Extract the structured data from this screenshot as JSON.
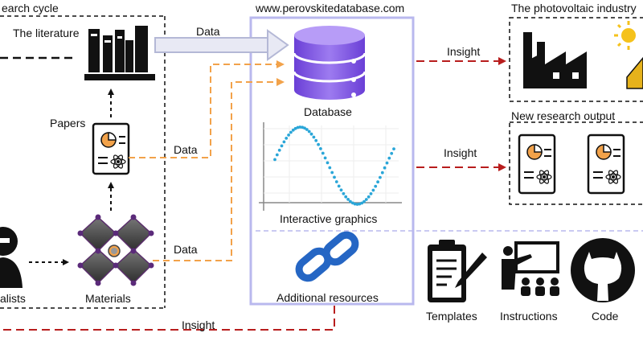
{
  "research_cycle": {
    "title": "earch cycle",
    "literature": "The literature",
    "papers": "Papers",
    "materials": "Materials",
    "specialists": "alists"
  },
  "platform": {
    "url": "www.perovskitedatabase.com",
    "database": "Database",
    "graphics": "Interactive graphics",
    "resources": "Additional resources"
  },
  "outputs": {
    "industry": "The photovoltaic industry",
    "new_research": "New research output",
    "templates": "Templates",
    "instructions": "Instructions",
    "code": "Code"
  },
  "flows": {
    "data_literature": "Data",
    "data_papers": "Data",
    "data_materials": "Data",
    "insight_industry": "Insight",
    "insight_research": "Insight",
    "insight_bottom": "Insight"
  },
  "colors": {
    "platform_border": "#b9b8ee",
    "database_purple": "#7b4fe0",
    "graph_dots": "#2aa6d8",
    "link_blue": "#2566c4",
    "data_arrow": "#f2a24a",
    "insight_arrow": "#b81d1d",
    "literature_arrow": "#b4b8d6"
  }
}
